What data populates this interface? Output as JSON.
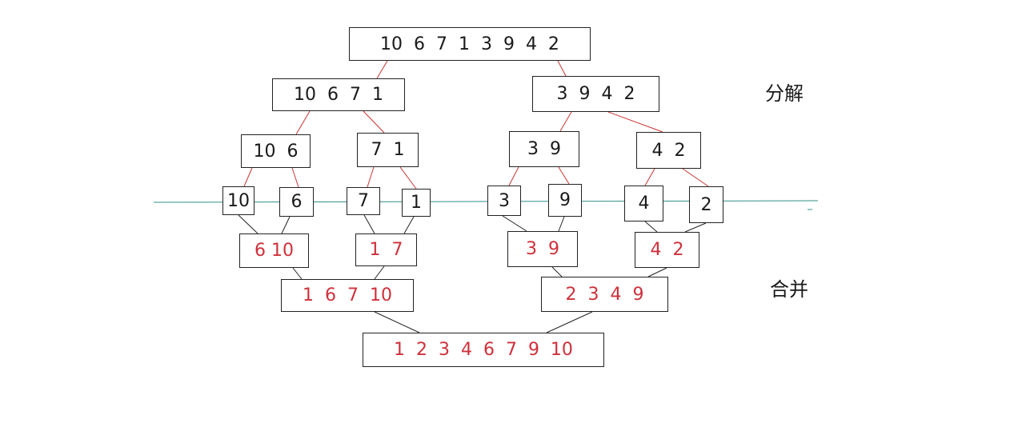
{
  "labels": {
    "split": "分解",
    "merge": "合并"
  },
  "colors": {
    "split_line": "#cc3333",
    "merge_line": "#222222",
    "merge_text": "#d0303a",
    "divider": "#2f8f8a"
  },
  "split": {
    "level0": "10  6  7  1  3  9  4  2",
    "level1": [
      "10  6  7  1",
      "3  9  4  2"
    ],
    "level2": [
      "10  6",
      "7  1",
      "3  9",
      "4  2"
    ],
    "level3": [
      "10",
      "6",
      "7",
      "1",
      "3",
      "9",
      "4",
      "2"
    ]
  },
  "merge": {
    "level1": [
      "6 10",
      "1  7",
      "3  9",
      "4  2"
    ],
    "level2": [
      "1  6  7  10",
      "2  3  4  9"
    ],
    "level3": "1  2  3  4  6  7  9  10"
  }
}
